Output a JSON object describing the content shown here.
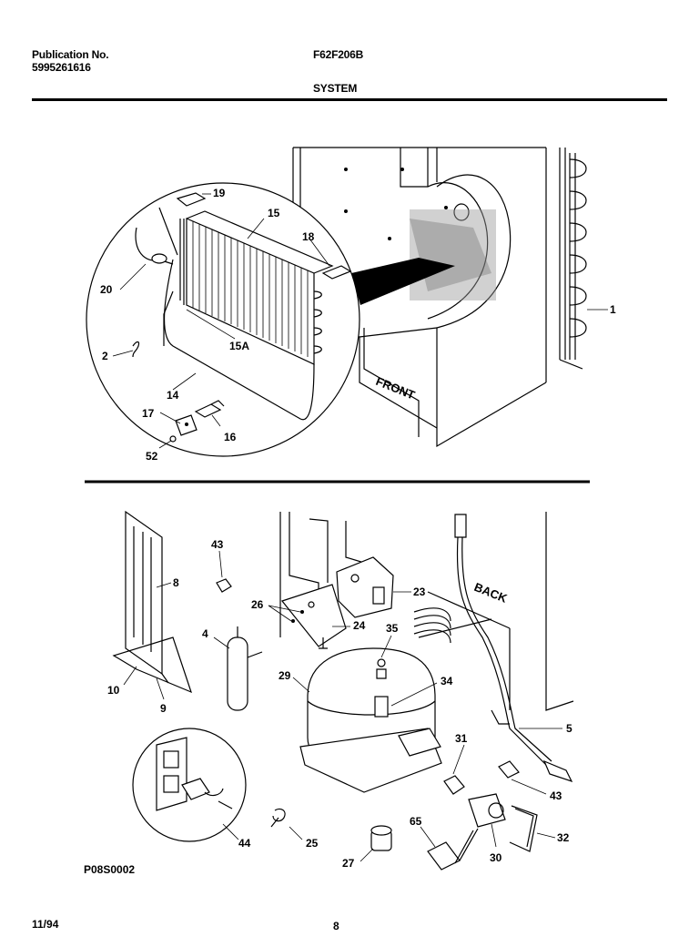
{
  "header": {
    "publication_label": "Publication No.",
    "publication_number": "5995261616",
    "model": "F62F206B",
    "section": "SYSTEM"
  },
  "callouts": {
    "c1": "1",
    "c2": "2",
    "c4": "4",
    "c5": "5",
    "c8": "8",
    "c9": "9",
    "c10": "10",
    "c14": "14",
    "c15": "15",
    "c15a": "15A",
    "c16": "16",
    "c17": "17",
    "c18": "18",
    "c19": "19",
    "c20": "20",
    "c23": "23",
    "c24": "24",
    "c25": "25",
    "c26": "26",
    "c27": "27",
    "c29": "29",
    "c30": "30",
    "c31": "31",
    "c32": "32",
    "c34": "34",
    "c35": "35",
    "c43a": "43",
    "c43b": "43",
    "c44": "44",
    "c52": "52",
    "c65": "65"
  },
  "embossed": {
    "front": "FRONT",
    "back": "BACK"
  },
  "footer": {
    "diagram_code": "P08S0002",
    "date": "11/94",
    "page": "8"
  }
}
